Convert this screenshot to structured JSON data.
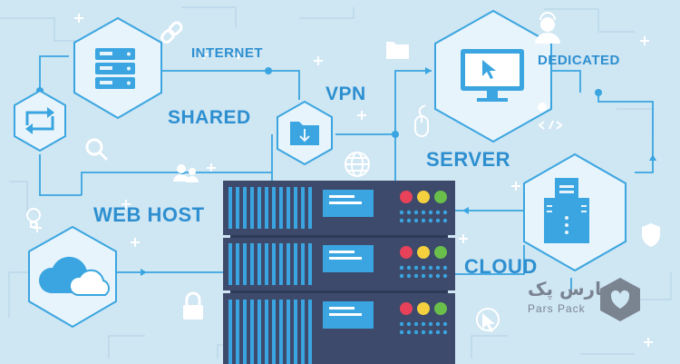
{
  "labels": {
    "internet": "INTERNET",
    "shared": "SHARED",
    "vpn": "VPN",
    "dedicated": "DEDICATED",
    "server": "SERVER",
    "web_host": "WEB HOST",
    "cloud": "CLOUD"
  },
  "brand": {
    "name_fa": "پارس پک",
    "name_en": "Pars Pack"
  },
  "colors": {
    "background": "#cfe6f3",
    "line": "#3aa5e0",
    "hex_fill": "#e8f4fb",
    "server_body": "#3d4a6b",
    "server_dark": "#2f3a57",
    "slot": "#3aa5e0",
    "led_red": "#e8425a",
    "led_yellow": "#f4d03f",
    "led_green": "#6abf4b"
  },
  "icons": [
    "link-icon",
    "database-icon",
    "refresh-icon",
    "search-icon",
    "users-icon",
    "bulb-icon",
    "cloud-icon",
    "lock-icon",
    "folder-icon",
    "download-folder-icon",
    "monitor-icon",
    "cursor-icon",
    "mouse-icon",
    "code-icon",
    "user-icon",
    "globe-icon",
    "tower-icon",
    "shield-icon",
    "click-icon"
  ]
}
